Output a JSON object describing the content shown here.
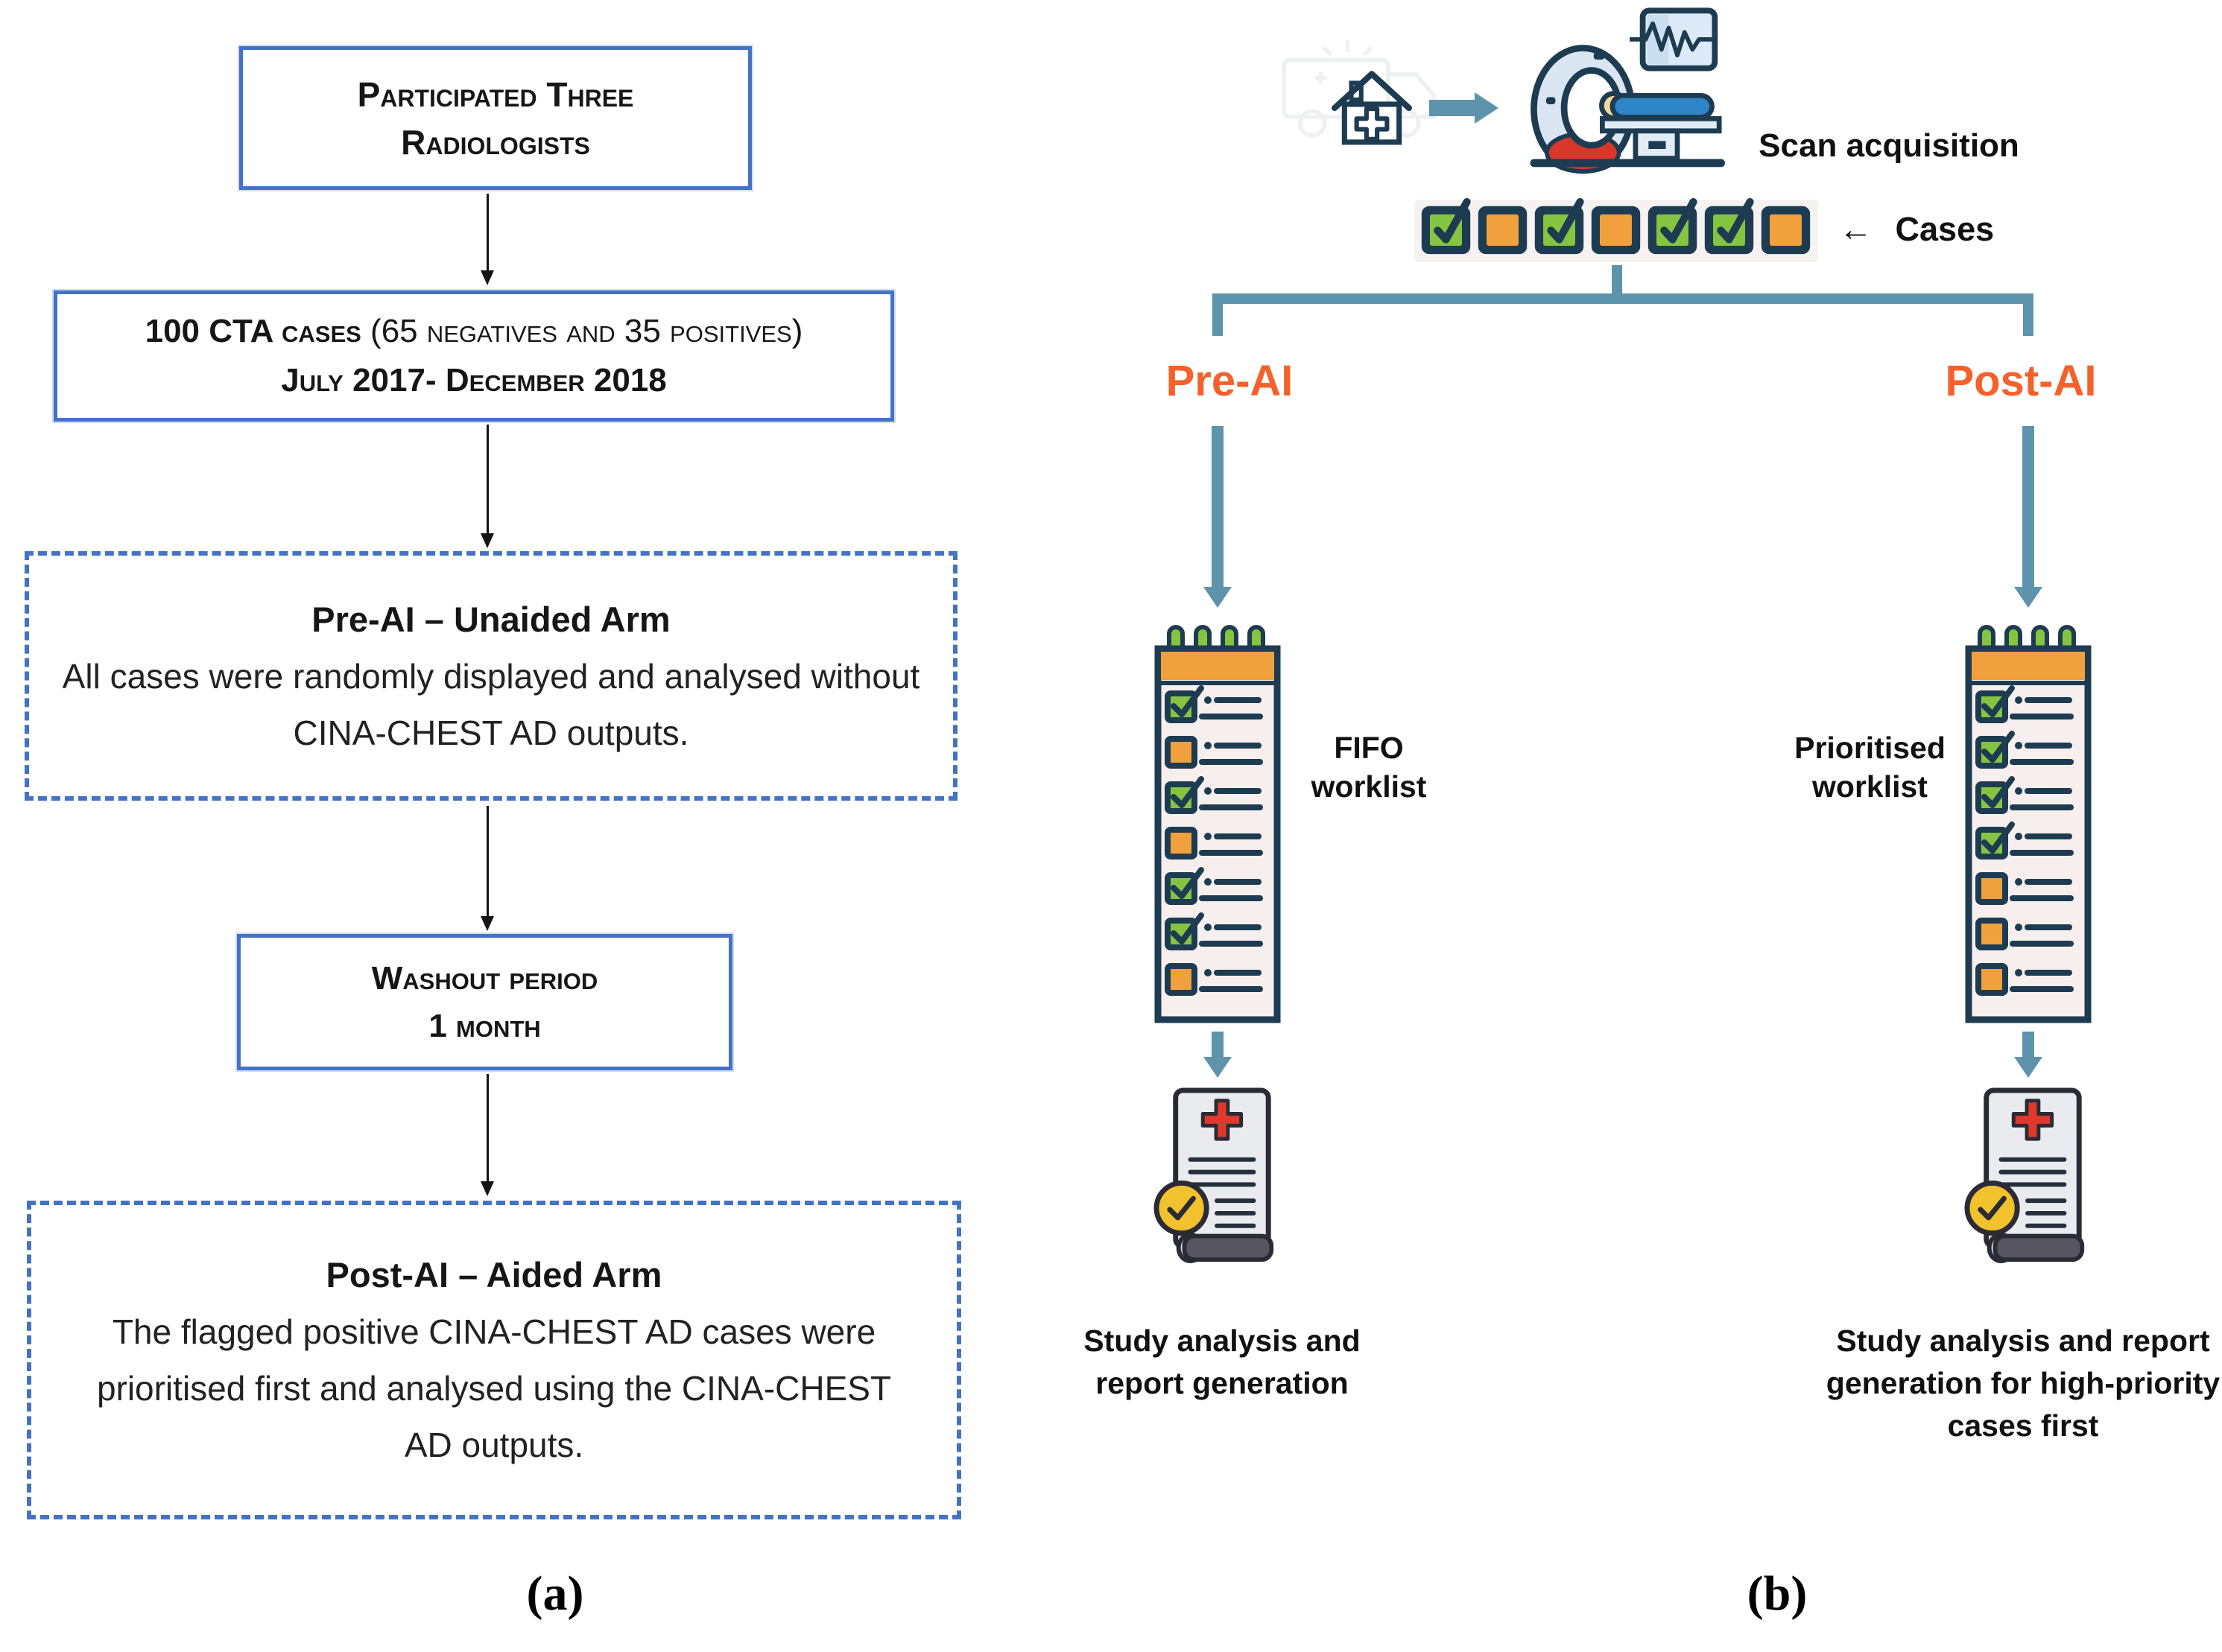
{
  "figure": {
    "panel_a_label": "(a)",
    "panel_b_label": "(b)"
  },
  "panel_a": {
    "participants": {
      "line1": "Participated Three",
      "line2": "Radiologists"
    },
    "cohort": {
      "line1_bold": "100 CTA cases",
      "line1_rest": " (65 negatives and 35 positives)",
      "line2": "July 2017- December 2018"
    },
    "pre_ai": {
      "title": "Pre-AI – Unaided Arm",
      "body": "All cases were randomly displayed and analysed without CINA-CHEST AD outputs."
    },
    "washout": {
      "line1": "Washout period",
      "line2": "1 month"
    },
    "post_ai": {
      "title": "Post-AI – Aided Arm",
      "body": "The flagged positive CINA-CHEST AD cases were prioritised first and analysed using the CINA-CHEST AD outputs."
    }
  },
  "panel_b": {
    "scan_label": "Scan acquisition",
    "cases": {
      "arrow": "←",
      "label": "Cases",
      "sequence": [
        "checked",
        "unchecked",
        "checked",
        "unchecked",
        "checked",
        "checked",
        "unchecked"
      ]
    },
    "left": {
      "title": "Pre-AI",
      "worklist_line1": "FIFO",
      "worklist_line2": "worklist",
      "worklist_sequence": [
        "checked",
        "unchecked",
        "checked",
        "unchecked",
        "checked",
        "checked",
        "unchecked"
      ],
      "report_label": "Study analysis and report generation"
    },
    "right": {
      "title": "Post-AI",
      "worklist_line1": "Prioritised",
      "worklist_line2": "worklist",
      "worklist_sequence": [
        "checked",
        "checked",
        "checked",
        "checked",
        "unchecked",
        "unchecked",
        "unchecked"
      ],
      "report_label": "Study analysis and report generation for high-priority cases first"
    }
  },
  "icons": {
    "hospital": "house with medical cross",
    "ambulance_ghost": "faint ambulance outline",
    "ct_scanner": "CT scanner with patient bed and waveform monitor",
    "case_checked": "green checked case card",
    "case_unchecked": "orange pending case card",
    "worklist": "spiral notepad checklist",
    "report": "medical report with yellow check badge",
    "flow_arrow_right": "→",
    "flow_arrow_down": "↓"
  },
  "colors": {
    "accent_blue": "#4472C4",
    "teal": "#5E93AC",
    "orange_text": "#F4612B",
    "navy": "#1D3C52",
    "green": "#85C441",
    "orange_fill": "#F0A03C",
    "red": "#E0392B",
    "yellow": "#F2C12E",
    "paper_pink": "#F7EFED",
    "report_gray": "#E9EBEF",
    "scroll_gray": "#57555F",
    "text": "#1A1A1A"
  }
}
